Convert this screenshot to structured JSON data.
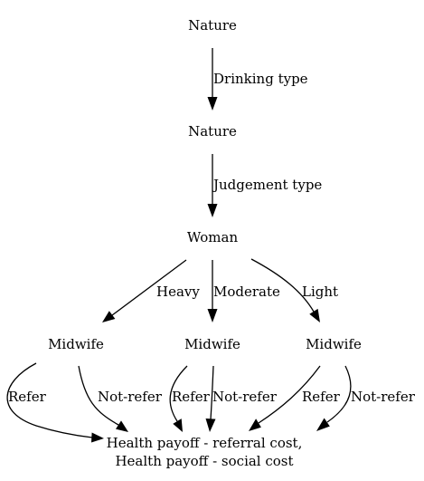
{
  "nodes": {
    "nature_top": "Nature",
    "nature_mid": "Nature",
    "woman": "Woman",
    "midwife_left": "Midwife",
    "midwife_center": "Midwife",
    "midwife_right": "Midwife",
    "payoff_line1": "Health payoff - referral cost,",
    "payoff_line2": "Health payoff - social cost"
  },
  "edges": {
    "drinking_type": "Drinking type",
    "judgement_type": "Judgement type",
    "heavy": "Heavy",
    "moderate": "Moderate",
    "light": "Light",
    "left_refer": "Refer",
    "left_not_refer": "Not-refer",
    "center_refer": "Refer",
    "center_not_refer": "Not-refer",
    "right_refer": "Refer",
    "right_not_refer": "Not-refer"
  }
}
